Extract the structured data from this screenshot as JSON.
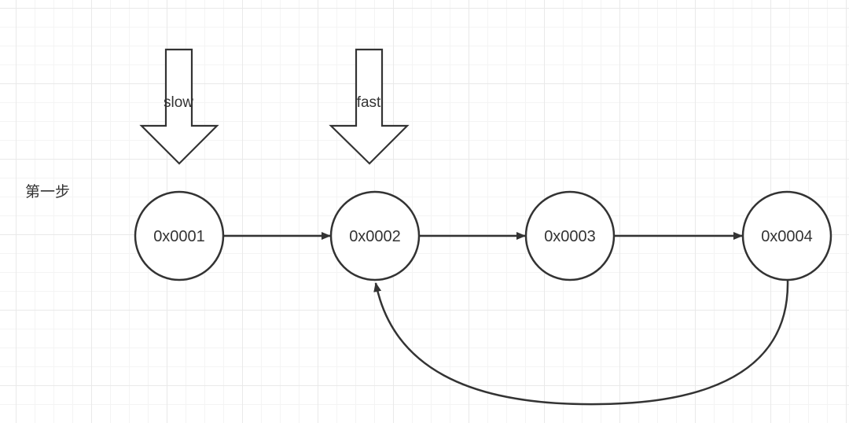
{
  "step_label": "第一步",
  "pointers": {
    "slow": "slow",
    "fast": "fast"
  },
  "nodes": [
    {
      "id": "n1",
      "label": "0x0001"
    },
    {
      "id": "n2",
      "label": "0x0002"
    },
    {
      "id": "n3",
      "label": "0x0003"
    },
    {
      "id": "n4",
      "label": "0x0004"
    }
  ],
  "edges": [
    {
      "from": "0x0001",
      "to": "0x0002"
    },
    {
      "from": "0x0002",
      "to": "0x0003"
    },
    {
      "from": "0x0003",
      "to": "0x0004"
    },
    {
      "from": "0x0004",
      "to": "0x0002"
    }
  ],
  "colors": {
    "stroke": "#333333",
    "text": "#333333",
    "background": "#ffffff"
  }
}
